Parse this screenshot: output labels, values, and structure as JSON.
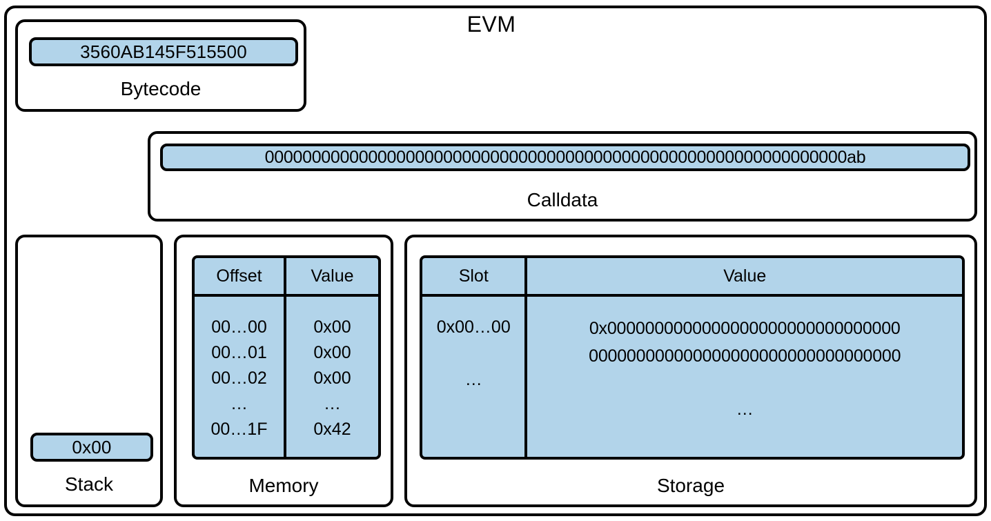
{
  "diagram": {
    "title": "EVM",
    "accent_fill": "#b2d4ea",
    "outline_color": "#000000",
    "background": "#ffffff"
  },
  "bytecode": {
    "caption": "Bytecode",
    "value": "3560AB145F515500"
  },
  "calldata": {
    "caption": "Calldata",
    "value": "00000000000000000000000000000000000000000000000000000000000000ab"
  },
  "stack": {
    "caption": "Stack",
    "items": [
      {
        "value": "0x00"
      }
    ]
  },
  "memory": {
    "caption": "Memory",
    "columns": [
      "Offset",
      "Value"
    ],
    "offsets": "00…00\n00…01\n00…02\n…\n00…1F",
    "values": "0x00\n0x00\n0x00\n…\n0x42",
    "rows": [
      {
        "offset": "00…00",
        "value": "0x00"
      },
      {
        "offset": "00…01",
        "value": "0x00"
      },
      {
        "offset": "00…02",
        "value": "0x00"
      },
      {
        "offset": "…",
        "value": "…"
      },
      {
        "offset": "00…1F",
        "value": "0x42"
      }
    ]
  },
  "storage": {
    "caption": "Storage",
    "columns": [
      "Slot",
      "Value"
    ],
    "rows": [
      {
        "slot": "0x00…00",
        "value": "0x0000000000000000000000000000000000000000000000000000000000000000"
      },
      {
        "slot": "…",
        "value": "…"
      }
    ]
  }
}
